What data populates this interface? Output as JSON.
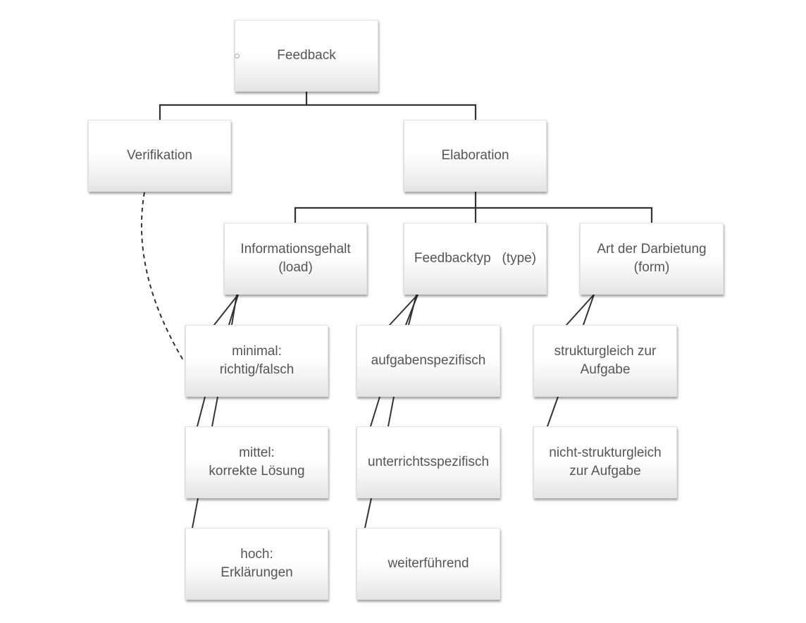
{
  "diagram": {
    "type": "hierarchy",
    "root": "Feedback",
    "nodes": {
      "feedback": "Feedback",
      "verifikation": "Verifikation",
      "elaboration": "Elaboration",
      "informationsgehalt": "Informationsgehalt\n(load)",
      "feedbacktyp": "Feedbacktyp   (type)",
      "darbietung": "Art der Darbietung\n(form)",
      "minimal": "minimal:\nrichtig/falsch",
      "mittel": "mittel:\nkorrekte Lösung",
      "hoch": "hoch:\nErklärungen",
      "aufgabenspezifisch": "aufgabenspezifisch",
      "unterrichtsspezifisch": "unterrichtsspezifisch",
      "weiterfuehrend": "weiterführend",
      "strukturgleich": "strukturgleich zur\nAufgabe",
      "nicht_strukturgleich": "nicht-strukturgleich\nzur Aufgabe"
    },
    "edges": [
      {
        "from": "feedback",
        "to": "verifikation",
        "style": "elbow"
      },
      {
        "from": "feedback",
        "to": "elaboration",
        "style": "elbow"
      },
      {
        "from": "elaboration",
        "to": "informationsgehalt",
        "style": "elbow"
      },
      {
        "from": "elaboration",
        "to": "feedbacktyp",
        "style": "elbow"
      },
      {
        "from": "elaboration",
        "to": "darbietung",
        "style": "elbow"
      },
      {
        "from": "informationsgehalt",
        "to": "minimal",
        "style": "slanted"
      },
      {
        "from": "informationsgehalt",
        "to": "mittel",
        "style": "slanted"
      },
      {
        "from": "informationsgehalt",
        "to": "hoch",
        "style": "slanted"
      },
      {
        "from": "feedbacktyp",
        "to": "aufgabenspezifisch",
        "style": "slanted"
      },
      {
        "from": "feedbacktyp",
        "to": "unterrichtsspezifisch",
        "style": "slanted"
      },
      {
        "from": "feedbacktyp",
        "to": "weiterfuehrend",
        "style": "slanted"
      },
      {
        "from": "darbietung",
        "to": "strukturgleich",
        "style": "slanted"
      },
      {
        "from": "darbietung",
        "to": "nicht_strukturgleich",
        "style": "slanted"
      },
      {
        "from": "verifikation",
        "to": "minimal",
        "style": "dashed-curve"
      }
    ],
    "colors": {
      "line": "#333333",
      "text": "#555555"
    }
  }
}
